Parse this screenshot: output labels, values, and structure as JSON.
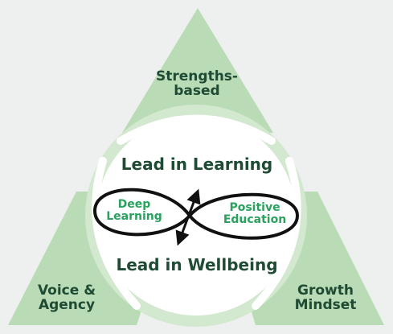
{
  "colors": {
    "background": "#eef0ef",
    "triangle": "#b9dbb5",
    "white": "#ffffff",
    "dark_green": "#1f4a33",
    "accent_green": "#2aa15e",
    "outline": "#111111"
  },
  "corners": {
    "top": {
      "line1": "Strengths-",
      "line2": "based"
    },
    "bottom_left": {
      "line1": "Voice &",
      "line2": "Agency"
    },
    "bottom_right": {
      "line1": "Growth",
      "line2": "Mindset"
    }
  },
  "center": {
    "top_title": "Lead in Learning",
    "bottom_title": "Lead in Wellbeing"
  },
  "loop": {
    "left_line1": "Deep",
    "left_line2": "Learning",
    "right_line1": "Positive",
    "right_line2": "Education",
    "icon": "double-arrow-icon"
  }
}
